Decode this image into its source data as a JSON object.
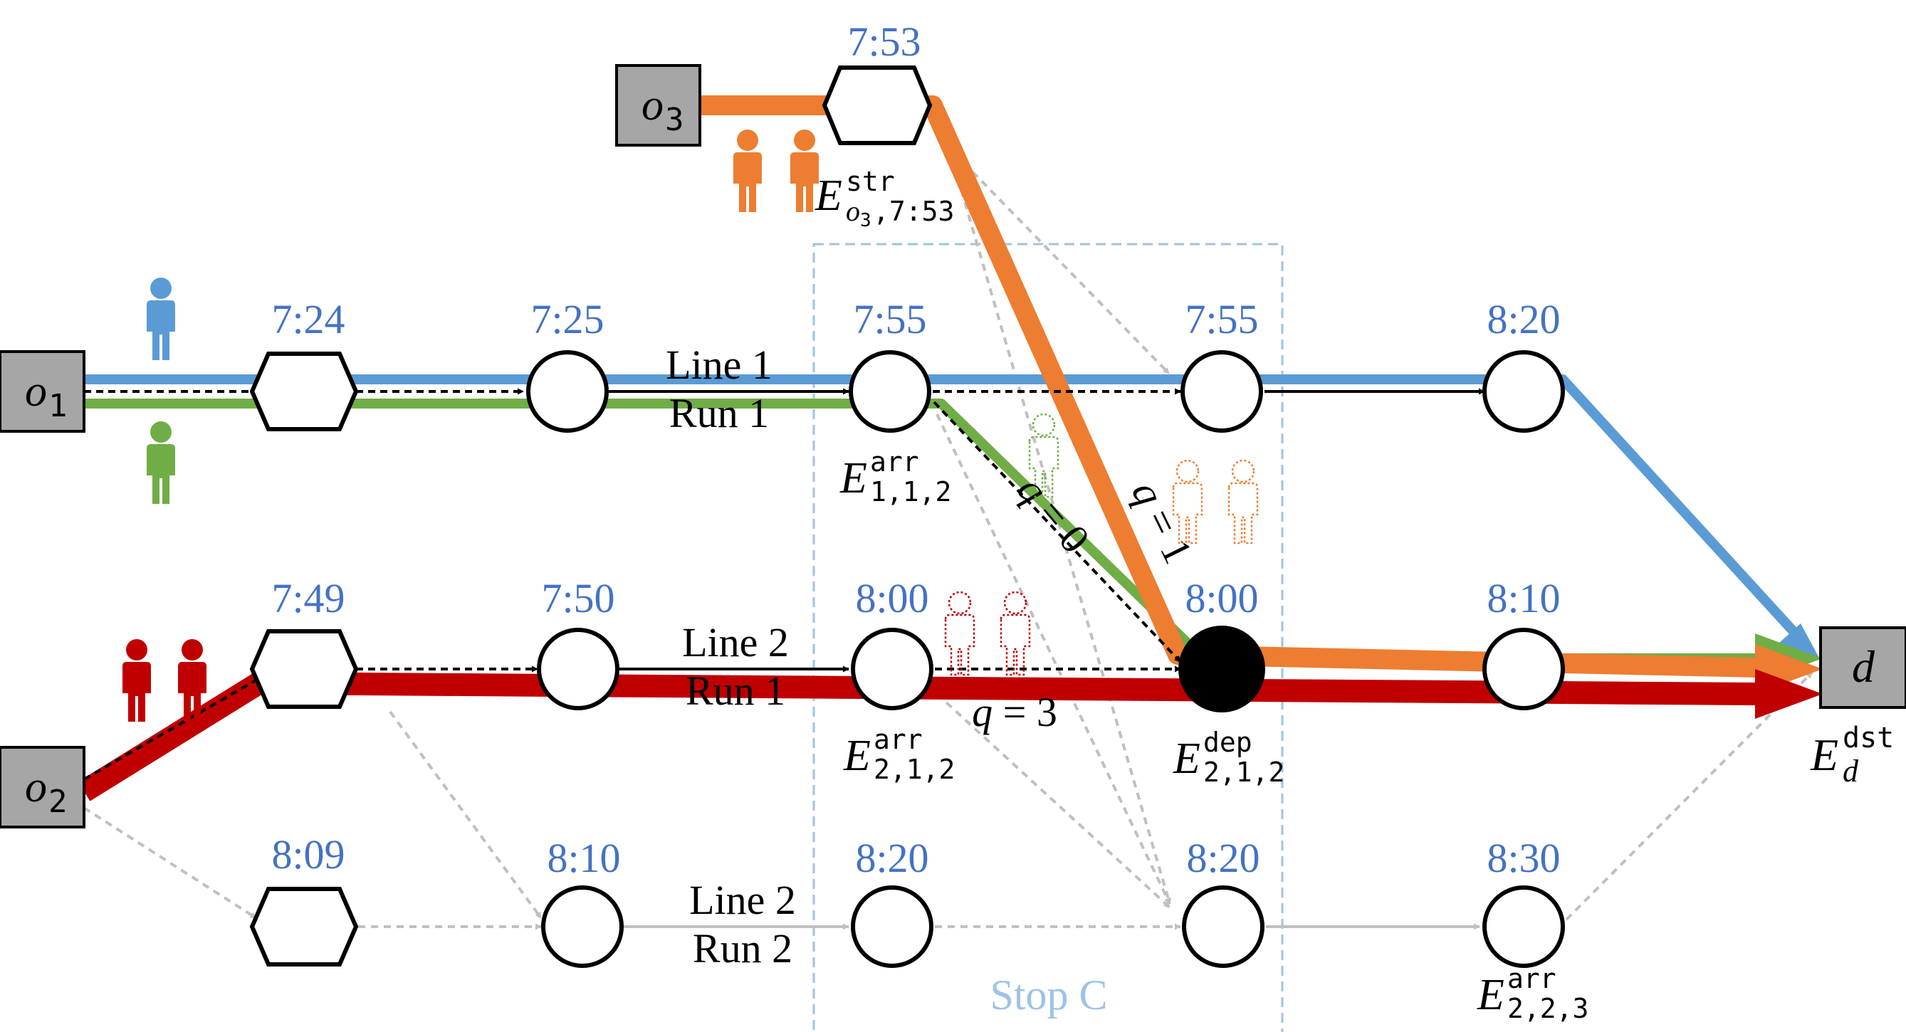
{
  "colors": {
    "blue": "#5b9bd5",
    "green": "#70ad47",
    "orange": "#ed7d31",
    "red": "#c00000",
    "time_label": "#4472c4",
    "stop_box": "#9dc3e6",
    "gray_edge": "#c0c0c0",
    "terminal_fill": "#a6a6a6"
  },
  "terminals": {
    "o1": {
      "base": "o",
      "sub": "1"
    },
    "o2": {
      "base": "o",
      "sub": "2"
    },
    "o3": {
      "base": "o",
      "sub": "3"
    },
    "d": {
      "base": "d"
    }
  },
  "nodes": [
    {
      "id": "o3-start",
      "shape": "hexagon",
      "time": "7:53"
    },
    {
      "id": "o1-start",
      "shape": "hexagon",
      "time": "7:24"
    },
    {
      "id": "l1r1-a",
      "shape": "circle",
      "time": "7:25"
    },
    {
      "id": "l1r1-b",
      "shape": "circle",
      "time": "7:55"
    },
    {
      "id": "l1r1-c",
      "shape": "circle",
      "time": "7:55"
    },
    {
      "id": "l1r1-d",
      "shape": "circle",
      "time": "8:20"
    },
    {
      "id": "o2-start",
      "shape": "hexagon",
      "time": "7:49"
    },
    {
      "id": "l2r1-a",
      "shape": "circle",
      "time": "7:50"
    },
    {
      "id": "l2r1-b",
      "shape": "circle",
      "time": "8:00"
    },
    {
      "id": "l2r1-c",
      "shape": "circle-filled",
      "time": "8:00"
    },
    {
      "id": "l2r1-d",
      "shape": "circle",
      "time": "8:10"
    },
    {
      "id": "o2-late",
      "shape": "hexagon",
      "time": "8:09"
    },
    {
      "id": "l2r2-a",
      "shape": "circle",
      "time": "8:10"
    },
    {
      "id": "l2r2-b",
      "shape": "circle",
      "time": "8:20"
    },
    {
      "id": "l2r2-c",
      "shape": "circle",
      "time": "8:20"
    },
    {
      "id": "l2r2-d",
      "shape": "circle",
      "time": "8:30"
    }
  ],
  "line_labels": {
    "l1r1": {
      "line": "Line 1",
      "run": "Run 1"
    },
    "l2r1": {
      "line": "Line 2",
      "run": "Run 1"
    },
    "l2r2": {
      "line": "Line 2",
      "run": "Run 2"
    }
  },
  "event_labels": {
    "e_str": {
      "base": "E",
      "sup": "str",
      "sub_var": "o",
      "sub_var_sub": "3",
      "sub_rest": ",7:53"
    },
    "e_arr_112": {
      "base": "E",
      "sup": "arr",
      "sub": "1,1,2"
    },
    "e_arr_212": {
      "base": "E",
      "sup": "arr",
      "sub": "2,1,2"
    },
    "e_dep_212": {
      "base": "E",
      "sup": "dep",
      "sub": "2,1,2"
    },
    "e_arr_223": {
      "base": "E",
      "sup": "arr",
      "sub": "2,2,3"
    },
    "e_dst": {
      "base": "E",
      "sup": "dst",
      "sub": "d"
    }
  },
  "queue_labels": {
    "q0": {
      "var": "q",
      "op": "=",
      "val": "0"
    },
    "q1": {
      "var": "q",
      "op": "=",
      "val": "1"
    },
    "q3": {
      "var": "q",
      "op": "=",
      "val": "3"
    }
  },
  "stop_label": "Stop C",
  "passengers": {
    "blue_count": 1,
    "green_count": 1,
    "red_count": 2,
    "orange_count": 2,
    "green_waiting_count": 1,
    "orange_waiting_count": 2,
    "red_waiting_count": 2
  }
}
